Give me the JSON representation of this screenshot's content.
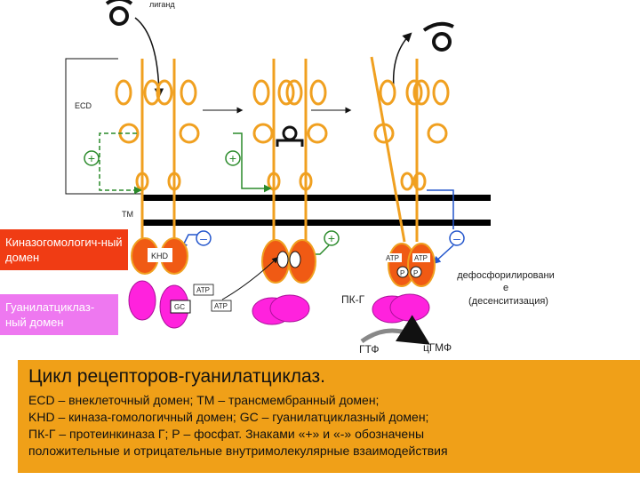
{
  "labels": {
    "ligand": "лиганд",
    "ecd": "ECD",
    "tm": "TM",
    "khd": "KHD",
    "gc": "GC",
    "atp": "ATP",
    "p": "P",
    "pkg": "ПК-Г",
    "gtp": "ГТФ",
    "cgmp": "цГМФ",
    "plus": "+",
    "minus": "–",
    "dephospho_1": "дефосфорилировани",
    "dephospho_2": "е",
    "dephospho_3": "(десенситизация)"
  },
  "side_boxes": {
    "kinase_domain": "Киназогомологич-ный домен",
    "gc_domain": "Гуанилатциклаз-ный домен"
  },
  "caption": {
    "title": "Цикл рецепторов-гуанилатциклаз.",
    "lines": [
      "ECD – внеклеточный домен; TM – трансмембранный домен;",
      "KHD – киназа-гомологичный домен; GC – гуанилатциклазный домен;",
      "ПК-Г – протеинкиназа Г; Р – фосфат. Знаками «+» и «-» обозначены",
      "положительные и отрицательные внутримолекулярные взаимодействия"
    ]
  },
  "colors": {
    "receptor": "#f0a020",
    "membrane": "#000000",
    "khd": "#f05a14",
    "gc": "#ff22dd",
    "plus_mark": "#2a8a2a",
    "minus_mark": "#2255cc",
    "caption_bg": "#f0a018"
  }
}
